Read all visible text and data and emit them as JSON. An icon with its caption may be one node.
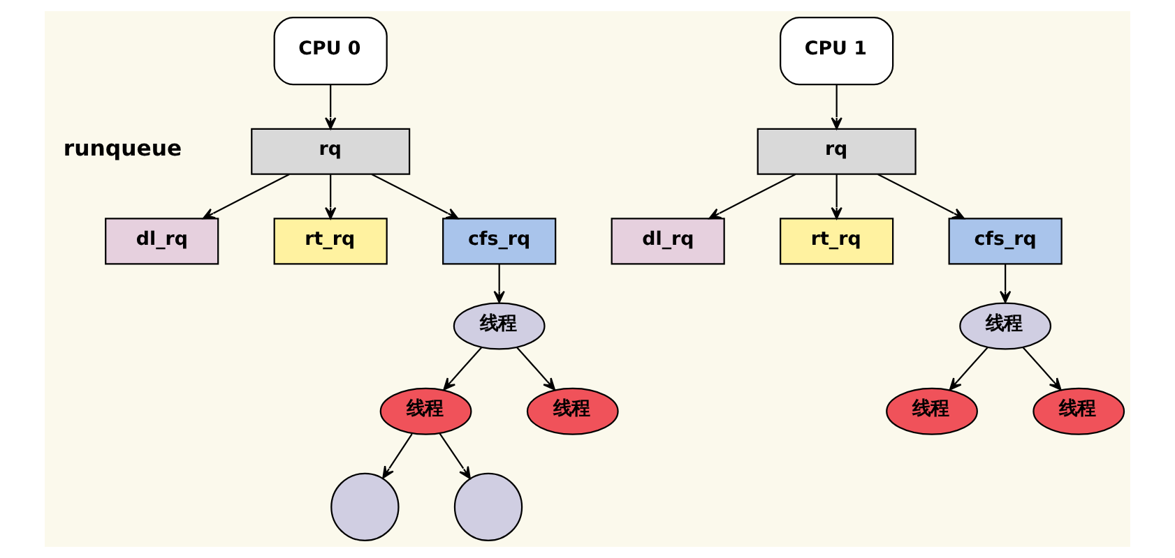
{
  "diagram": {
    "nodes": [
      {
        "text": [
          "CPU 0"
        ]
      },
      {
        "text": [
          "rq"
        ]
      },
      {
        "text": [
          "dl_rq"
        ]
      },
      {
        "text": [
          "rt_rq"
        ]
      },
      {
        "text": [
          "cfs_rq"
        ]
      },
      {
        "text": [
          "线程"
        ]
      },
      {
        "text": [
          "线程"
        ]
      },
      {
        "text": [
          "线程"
        ]
      },
      {
        "text": [],
        "shape": "circle"
      },
      {
        "text": [],
        "shape": "circle"
      },
      {
        "text": [
          "CPU 1"
        ]
      },
      {
        "text": [
          "rq"
        ]
      },
      {
        "text": [
          "dl_rq"
        ]
      },
      {
        "text": [
          "rt_rq"
        ]
      },
      {
        "text": [
          "cfs_rq"
        ]
      },
      {
        "text": [
          "线程"
        ]
      },
      {
        "text": [
          "线程"
        ]
      },
      {
        "text": [
          "线程"
        ]
      }
    ],
    "edges": [
      {
        "from": 0,
        "to": 1,
        "arrow": "to"
      },
      {
        "from": 1,
        "to": 2,
        "arrow": "to"
      },
      {
        "from": 1,
        "to": 3,
        "arrow": "to"
      },
      {
        "from": 1,
        "to": 4,
        "arrow": "to"
      },
      {
        "from": 4,
        "to": 5,
        "arrow": "to"
      },
      {
        "from": 5,
        "to": 6,
        "arrow": "to"
      },
      {
        "from": 5,
        "to": 7,
        "arrow": "to"
      },
      {
        "from": 6,
        "to": 8,
        "arrow": "to"
      },
      {
        "from": 6,
        "to": 9,
        "arrow": "to"
      },
      {
        "from": 10,
        "to": 11,
        "arrow": "to"
      },
      {
        "from": 11,
        "to": 12,
        "arrow": "to"
      },
      {
        "from": 11,
        "to": 13,
        "arrow": "to"
      },
      {
        "from": 11,
        "to": 14,
        "arrow": "to"
      },
      {
        "from": 14,
        "to": 15,
        "arrow": "to"
      },
      {
        "from": 15,
        "to": 16,
        "arrow": "to"
      },
      {
        "from": 15,
        "to": 17,
        "arrow": "to"
      }
    ],
    "labels": [
      "runqueue"
    ]
  }
}
